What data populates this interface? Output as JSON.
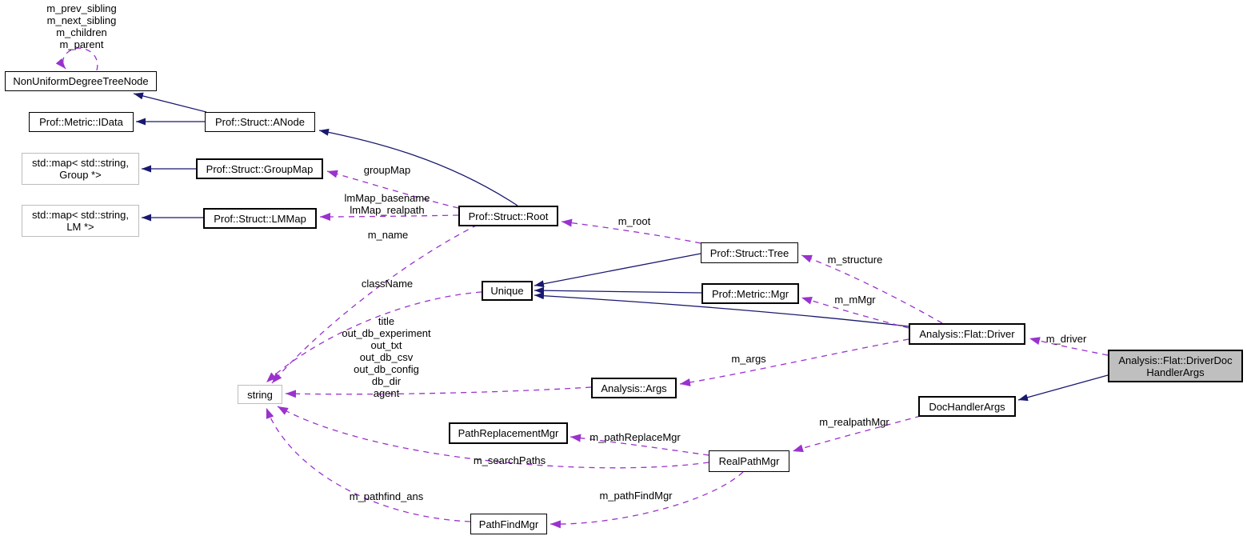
{
  "colors": {
    "background": "#ffffff",
    "inheritance_edge": "#191970",
    "usage_edge": "#9a32cd",
    "node_fill": "#ffffff",
    "main_node_fill": "#bfbfbf",
    "node_border": "#000000",
    "unlinked_node_border": "#bdbdbd"
  },
  "nodes": [
    {
      "id": 0,
      "label": "NonUniformDegreeTreeNode",
      "linked": true
    },
    {
      "id": 1,
      "label": "Prof::Metric::IData",
      "linked": true
    },
    {
      "id": 2,
      "label": "Prof::Struct::ANode",
      "linked": true
    },
    {
      "id": 3,
      "label": "std::map< std::string,\nGroup *>",
      "linked": false
    },
    {
      "id": 4,
      "label": "Prof::Struct::GroupMap",
      "linked": true
    },
    {
      "id": 5,
      "label": "std::map< std::string,\nLM *>",
      "linked": false
    },
    {
      "id": 6,
      "label": "Prof::Struct::LMMap",
      "linked": true
    },
    {
      "id": 7,
      "label": "Prof::Struct::Root",
      "linked": true
    },
    {
      "id": 8,
      "label": "Prof::Struct::Tree",
      "linked": true
    },
    {
      "id": 9,
      "label": "Unique",
      "linked": true
    },
    {
      "id": 10,
      "label": "Prof::Metric::Mgr",
      "linked": true
    },
    {
      "id": 11,
      "label": "Analysis::Flat::Driver",
      "linked": true
    },
    {
      "id": 12,
      "label": "Analysis::Flat::DriverDoc\nHandlerArgs",
      "linked": false,
      "main": true
    },
    {
      "id": 13,
      "label": "string",
      "linked": false
    },
    {
      "id": 14,
      "label": "Analysis::Args",
      "linked": true
    },
    {
      "id": 15,
      "label": "DocHandlerArgs",
      "linked": true
    },
    {
      "id": 16,
      "label": "PathReplacementMgr",
      "linked": true
    },
    {
      "id": 17,
      "label": "RealPathMgr",
      "linked": true
    },
    {
      "id": 18,
      "label": "PathFindMgr",
      "linked": true
    }
  ],
  "edges": [
    {
      "from": "NonUniformDegreeTreeNode",
      "to": "NonUniformDegreeTreeNode",
      "style": "dashed",
      "label": "m_prev_sibling\nm_next_sibling\nm_children\nm_parent"
    },
    {
      "from": "Prof::Struct::Root",
      "to": "Prof::Struct::GroupMap",
      "style": "dashed",
      "label": "groupMap"
    },
    {
      "from": "Prof::Struct::Root",
      "to": "Prof::Struct::LMMap",
      "style": "dashed",
      "label": "lmMap_basename\nlmMap_realpath"
    },
    {
      "from": "Prof::Struct::Root",
      "to": "string",
      "style": "dashed",
      "label": "m_name"
    },
    {
      "from": "Prof::Struct::Tree",
      "to": "Prof::Struct::Root",
      "style": "dashed",
      "label": "m_root"
    },
    {
      "from": "Analysis::Flat::Driver",
      "to": "Prof::Struct::Tree",
      "style": "dashed",
      "label": "m_structure"
    },
    {
      "from": "Analysis::Flat::Driver",
      "to": "Prof::Metric::Mgr",
      "style": "dashed",
      "label": "m_mMgr"
    },
    {
      "from": "Unique",
      "to": "string",
      "style": "dashed",
      "label": "className"
    },
    {
      "from": "Analysis::Args",
      "to": "string",
      "style": "dashed",
      "label": "title\nout_db_experiment\nout_txt\nout_db_csv\nout_db_config\ndb_dir\nagent"
    },
    {
      "from": "Analysis::Flat::Driver",
      "to": "Analysis::Args",
      "style": "dashed",
      "label": "m_args"
    },
    {
      "from": "Analysis::Flat::DriverDocHandlerArgs",
      "to": "Analysis::Flat::Driver",
      "style": "dashed",
      "label": "m_driver"
    },
    {
      "from": "DocHandlerArgs",
      "to": "RealPathMgr",
      "style": "dashed",
      "label": "m_realpathMgr"
    },
    {
      "from": "RealPathMgr",
      "to": "PathReplacementMgr",
      "style": "dashed",
      "label": "m_pathReplaceMgr"
    },
    {
      "from": "RealPathMgr",
      "to": "string",
      "style": "dashed",
      "label": "m_searchPaths"
    },
    {
      "from": "RealPathMgr",
      "to": "PathFindMgr",
      "style": "dashed",
      "label": "m_pathFindMgr"
    },
    {
      "from": "PathFindMgr",
      "to": "string",
      "style": "dashed",
      "label": "m_pathfind_ans"
    },
    {
      "from": "Prof::Struct::ANode",
      "to": "NonUniformDegreeTreeNode",
      "style": "solid",
      "label": ""
    },
    {
      "from": "Prof::Struct::ANode",
      "to": "Prof::Metric::IData",
      "style": "solid",
      "label": ""
    },
    {
      "from": "Prof::Struct::Root",
      "to": "Prof::Struct::ANode",
      "style": "solid",
      "label": ""
    },
    {
      "from": "Prof::Struct::GroupMap",
      "to": "std::map< std::string, Group *>",
      "style": "solid",
      "label": ""
    },
    {
      "from": "Prof::Struct::LMMap",
      "to": "std::map< std::string, LM *>",
      "style": "solid",
      "label": ""
    },
    {
      "from": "Prof::Struct::Tree",
      "to": "Unique",
      "style": "solid",
      "label": ""
    },
    {
      "from": "Prof::Metric::Mgr",
      "to": "Unique",
      "style": "solid",
      "label": ""
    },
    {
      "from": "Analysis::Flat::Driver",
      "to": "Unique",
      "style": "solid",
      "label": ""
    },
    {
      "from": "Analysis::Flat::DriverDocHandlerArgs",
      "to": "DocHandlerArgs",
      "style": "solid",
      "label": ""
    }
  ]
}
